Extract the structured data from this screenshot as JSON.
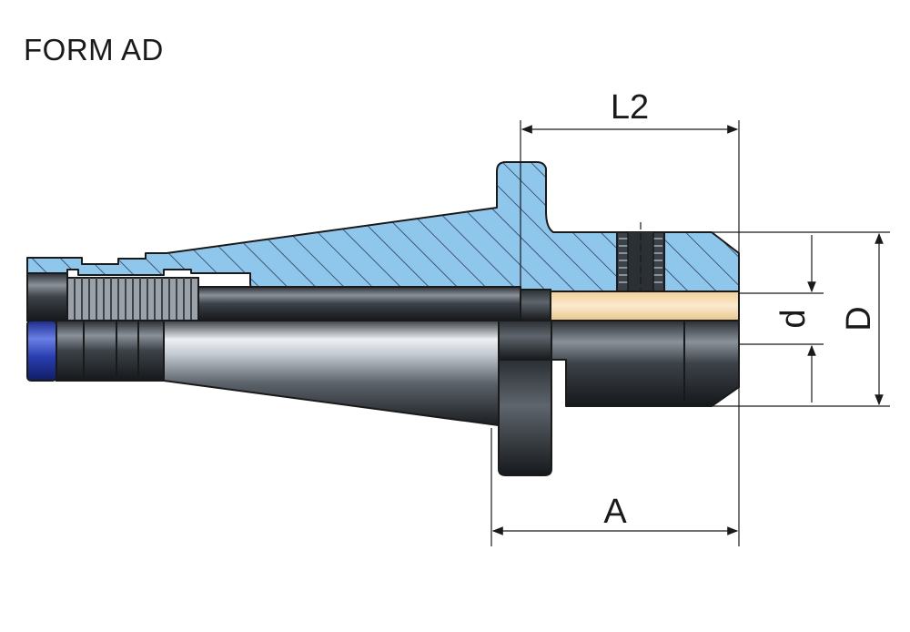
{
  "title": "FORM AD",
  "dimensions": {
    "L2": "L2",
    "A": "A",
    "d": "d",
    "D": "D"
  },
  "colors": {
    "section_fill": "#8fc6ec",
    "hatch": "#2c3d52",
    "outline": "#1a1a1a",
    "steel_dark": "#1f2327",
    "steel_light": "#dfe3e8",
    "blue_ring": "#2a3fb0",
    "sleeve_fill": "#f6dfb9"
  }
}
